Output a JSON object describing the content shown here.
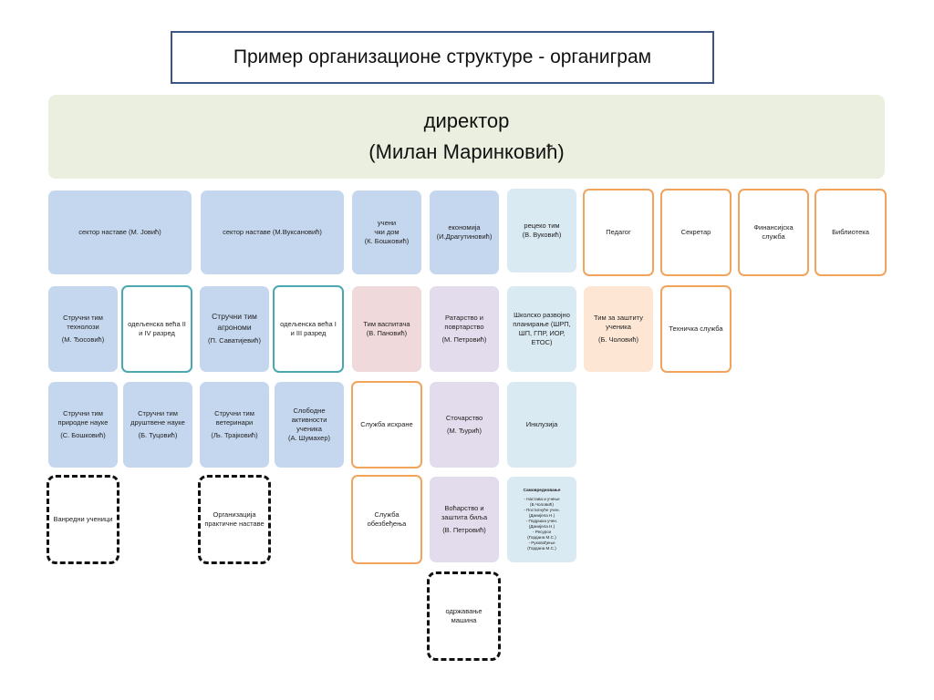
{
  "title": "Пример организационе структуре - органиграм",
  "director": {
    "role": "директор",
    "name": "(Милан Маринковић)"
  },
  "top_row": {
    "sector_jovic": "сектор наставе (М. Јовић)",
    "sector_vuksanovic": "сектор наставе (М.Вуксановић)",
    "dorm": [
      "учени",
      "чки дом",
      "(К. Бошковић)"
    ],
    "economy": [
      "економија",
      "(И.Драгутиновић)"
    ],
    "reception": [
      "рецеко тим",
      "(В. Вуковић)"
    ],
    "pedagogue": "Педагог",
    "secretary": "Секретар",
    "finance": "Финансијска служба",
    "library": "Библиотека"
  },
  "row2": {
    "tech_team": [
      "Стручни тим технолози",
      "(М. Ђосовић)"
    ],
    "councils_2_4": "одељенска већа II и IV разред",
    "agro_team": [
      "Стручни тим агрономи",
      "(П. Саватијевић)"
    ],
    "councils_1_3": "одељенска већа I и III разред",
    "educators_team": [
      "Тим васпитача",
      "(В. Пановић)"
    ],
    "crops": [
      "Ратарство и повртарство",
      "(М. Петровић)"
    ],
    "school_dev": "Школско развојно планирање (ШРП, ШП, ГПР, ИОР, ЕТОС)",
    "protection_team": [
      "Тим за заштиту ученика",
      "(Б. Чоловић)"
    ],
    "tech_service": "Техничка служба"
  },
  "row3": {
    "science_team": [
      "Стручни тим природне науке",
      "(С. Бошковић)"
    ],
    "social_team": [
      "Стручни тим друштвене науке",
      "(Б. Туцовић)"
    ],
    "vet_team": [
      "Стручни тим ветеринари",
      "(Љ. Трајковић)"
    ],
    "free_activities": [
      "Слободне активности ученика",
      "(А. Шумахер)"
    ],
    "food_service": "Служба исхране",
    "livestock": [
      "Сточарство",
      "(М. Ђурић)"
    ],
    "inclusion": "Инклузија"
  },
  "row4": {
    "extra_students": "Ванредни ученици",
    "practice_org": "Организација практичне наставе",
    "security_service": "Служба обезбеђења",
    "fruit": [
      "Воћарство и заштита биља",
      "(В. Петровић)"
    ],
    "self_eval": {
      "heading": "Самовредновање",
      "lines": [
        "- Настава и учење",
        "(Б.Чоловић)",
        "- Постигнуће учен.",
        "(Данијела Н.)",
        "- Подршка учен.",
        "(Данијела Н.)",
        "- Ресурси",
        "(Гордана М.С.)",
        "- Руковођење",
        "(Гордана М.С.)"
      ]
    }
  },
  "row5": {
    "maintenance": "одржавање машина"
  }
}
